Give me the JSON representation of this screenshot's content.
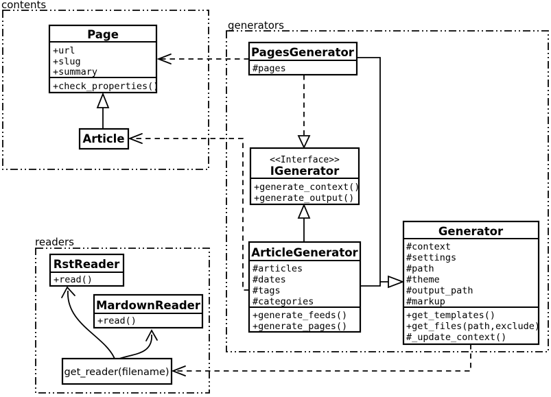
{
  "diagram": {
    "type": "uml-class-diagram"
  },
  "packages": {
    "contents": {
      "label": "contents"
    },
    "generators": {
      "label": "generators"
    },
    "readers": {
      "label": "readers"
    }
  },
  "classes": {
    "page": {
      "title": "Page",
      "attributes": [
        "+url",
        "+slug",
        "+summary"
      ],
      "methods": [
        "+check_properties()"
      ]
    },
    "article": {
      "title": "Article"
    },
    "pages_generator": {
      "title": "PagesGenerator",
      "attributes": [
        "#pages"
      ]
    },
    "igenerator": {
      "stereotype": "<<Interface>>",
      "title": "IGenerator",
      "methods": [
        "+generate_context()",
        "+generate_output()"
      ]
    },
    "article_generator": {
      "title": "ArticleGenerator",
      "attributes": [
        "#articles",
        "#dates",
        "#tags",
        "#categories"
      ],
      "methods": [
        "+generate_feeds()",
        "+generate_pages()"
      ]
    },
    "generator": {
      "title": "Generator",
      "attributes": [
        "#context",
        "#settings",
        "#path",
        "#theme",
        "#output_path",
        "#markup"
      ],
      "methods": [
        "+get_templates()",
        "+get_files(path,exclude)",
        "#_update_context()"
      ]
    },
    "rst_reader": {
      "title": "RstReader",
      "methods": [
        "+read()"
      ]
    },
    "mardown_reader": {
      "title": "MardownReader",
      "methods": [
        "+read()"
      ]
    },
    "get_reader": {
      "title": "get_reader(filename)"
    }
  },
  "relationships": [
    {
      "from": "Article",
      "to": "Page",
      "type": "generalization"
    },
    {
      "from": "PagesGenerator",
      "to": "IGenerator",
      "type": "realization"
    },
    {
      "from": "ArticleGenerator",
      "to": "IGenerator",
      "type": "generalization"
    },
    {
      "from": "PagesGenerator",
      "to": "Generator",
      "type": "generalization"
    },
    {
      "from": "ArticleGenerator",
      "to": "Generator",
      "type": "generalization"
    },
    {
      "from": "PagesGenerator",
      "to": "Page",
      "type": "dependency"
    },
    {
      "from": "ArticleGenerator",
      "to": "Article",
      "type": "dependency"
    },
    {
      "from": "Generator",
      "to": "get_reader(filename)",
      "type": "dependency"
    },
    {
      "from": "get_reader(filename)",
      "to": "RstReader",
      "type": "arrow"
    },
    {
      "from": "get_reader(filename)",
      "to": "MardownReader",
      "type": "arrow"
    }
  ],
  "colors": {
    "stroke": "#000000",
    "background": "#ffffff",
    "box_fill": "#ffffff"
  }
}
